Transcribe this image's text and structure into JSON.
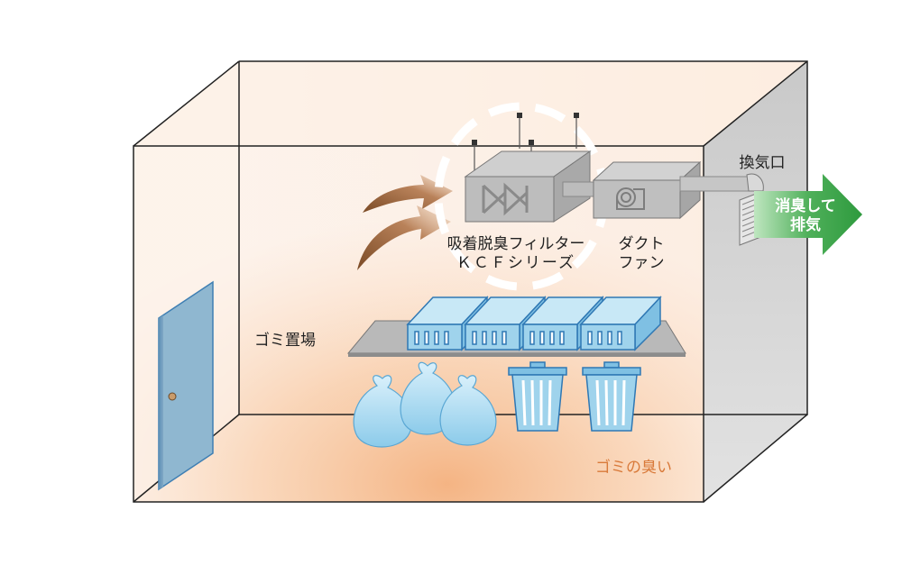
{
  "labels": {
    "filter_line1": "吸着脱臭フィルター",
    "filter_line2": "ＫＣＦシリーズ",
    "fan_line1": "ダクト",
    "fan_line2": "ファン",
    "exhaust_port": "換気口",
    "deodorized_line1": "消臭して",
    "deodorized_line2": "排気",
    "garbage_area": "ゴミ置場",
    "garbage_smell": "ゴミの臭い"
  },
  "colors": {
    "room_outline": "#222222",
    "smell_gradient": "#f6b787",
    "side_wall": "#cfcfcf",
    "equipment": "#b3b3b3",
    "container_fill": "#9fd3ec",
    "container_stroke": "#2f78b4",
    "door": "#86aec6",
    "arrow_brown": "#8a5a33",
    "exhaust_green": "#3fa24a",
    "smell_text": "#d97a3a"
  }
}
